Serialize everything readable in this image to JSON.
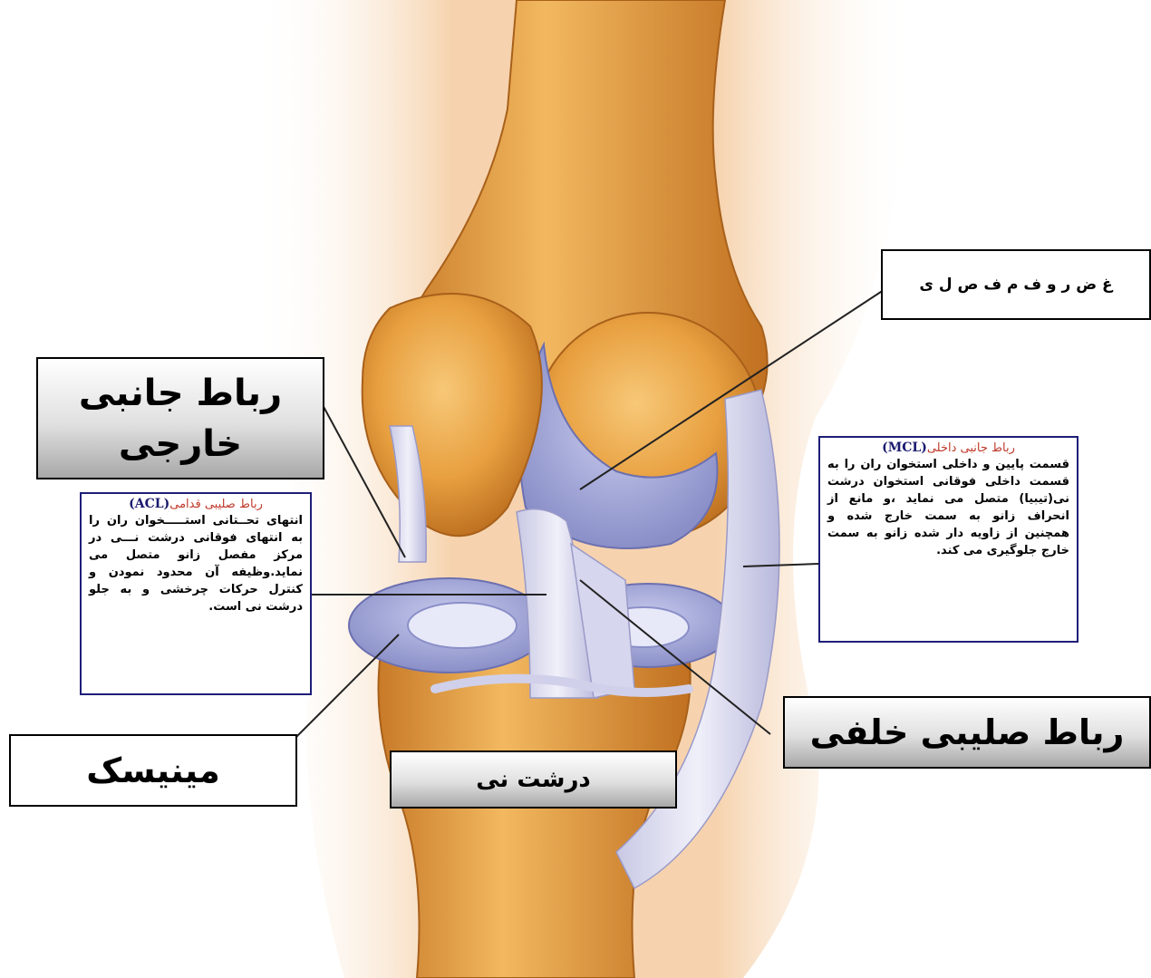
{
  "labels": {
    "lateral_ligament": "رباط جانبی خارجی",
    "articular_cartilage": "غ ض ر و ف   م ف ص ل ی",
    "meniscus": "مینیسک",
    "tibia": "درشت نی",
    "posterior_cruciate": "رباط صلیبی خلفی"
  },
  "acl": {
    "title_fa": "رباط صلیبی قدامی",
    "title_abbr": "(ACL)",
    "text": "انتهای تحــتانی استـــــخوان ران را به انتهای فوقانی درشت نـــی در مرکز مفصل زانو متصل می نماید.وظیفه آن محدود نمودن و کنترل حرکات چرخشی و به جلو درشت نی است."
  },
  "mcl": {
    "title_fa": "رباط جانبی داخلی",
    "title_abbr": "(MCL)",
    "text": "قسمت پایین و داخلی استخوان ران را به قسمت داخلی فوقانی استخوان درشت نی(تیبیا) متصل می نماید ،و مانع از انحراف زانو به سمت خارج شده و همچنین از زاویه دار شده زانو به سمت خارج جلوگیری می کند."
  },
  "colors": {
    "bone": "#e8a040",
    "bone_dark": "#b86a1c",
    "cartilage": "#a8acd8",
    "ligament": "#dcdcee",
    "acl_title": "#c0392b",
    "abbr": "#1a1a6e"
  }
}
